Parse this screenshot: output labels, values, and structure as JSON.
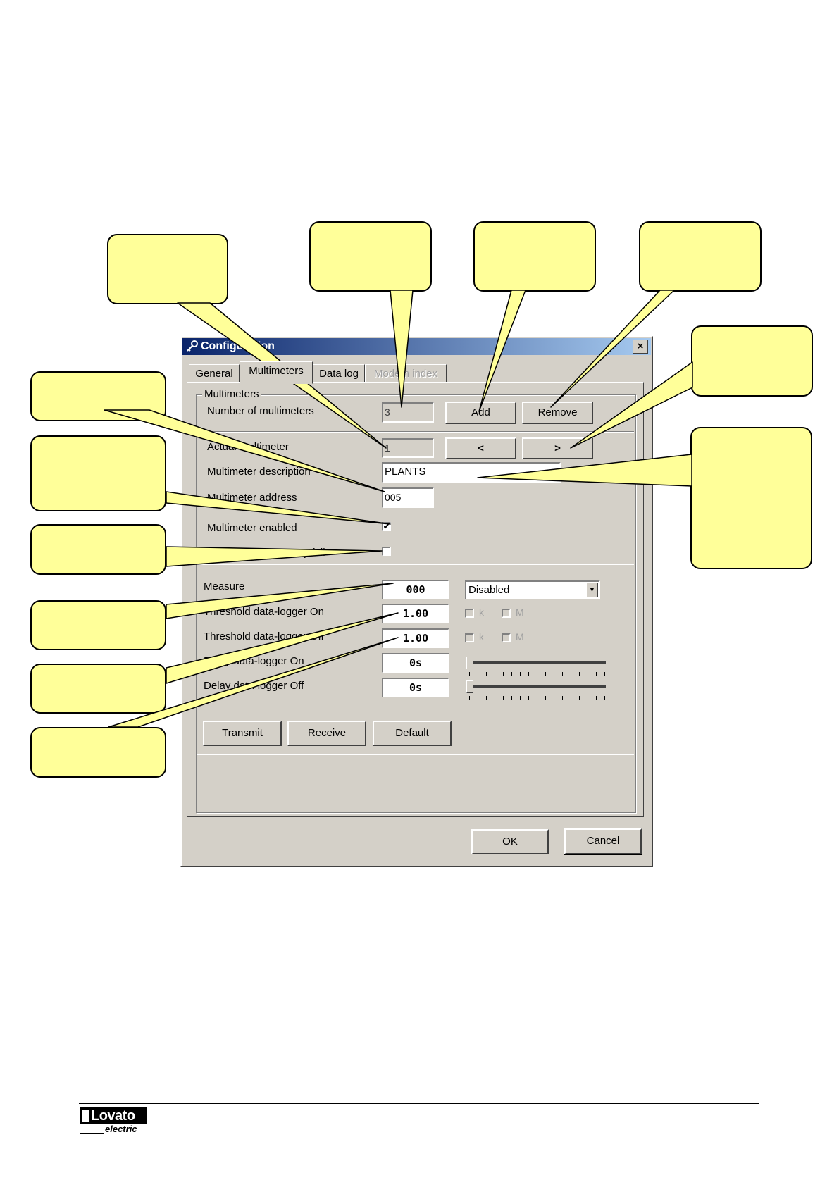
{
  "dialog": {
    "title": "Configuration",
    "close_glyph": "×",
    "tabs": [
      {
        "label": "General",
        "active": false,
        "enabled": true
      },
      {
        "label": "Multimeters",
        "active": true,
        "enabled": true
      },
      {
        "label": "Data log",
        "active": false,
        "enabled": true
      },
      {
        "label": "Modem index",
        "active": false,
        "enabled": false
      }
    ],
    "group_title": "Multimeters",
    "number_of_multimeters": {
      "label": "Number of multimeters",
      "value": "3"
    },
    "add_label": "Add",
    "remove_label": "Remove",
    "actual_multimeter": {
      "label": "Actual multimeter",
      "value": "1"
    },
    "prev_label": "<",
    "next_label": ">",
    "description": {
      "label": "Multimeter description",
      "value": "PLANTS"
    },
    "address": {
      "label": "Multimeter address",
      "value": "005"
    },
    "enabled": {
      "label": "Multimeter enabled",
      "checked": true,
      "mark": "✔"
    },
    "stop_log": {
      "label": "Stop log with memory full",
      "checked": false
    },
    "measure": {
      "label": "Measure",
      "value": "000",
      "option": "Disabled"
    },
    "threshold_on": {
      "label": "Threshold data-logger On",
      "value": "1.00",
      "k": "k",
      "m": "M"
    },
    "threshold_off": {
      "label": "Threshold data-logger Off",
      "value": "1.00",
      "k": "k",
      "m": "M"
    },
    "delay_on": {
      "label": "Delay data-logger On",
      "value": "0s",
      "level": 0
    },
    "delay_off": {
      "label": "Delay data-logger Off",
      "value": "0s",
      "level": 0
    },
    "transmit_label": "Transmit",
    "receive_label": "Receive",
    "default_label": "Default",
    "ok_label": "OK",
    "cancel_label": "Cancel"
  },
  "icons": {
    "title": "key-icon",
    "dropdown": "triangle-down-icon",
    "check": "check-icon"
  },
  "colors": {
    "callout_fill": "#ffff99",
    "title_bar": "#0a246a",
    "dialog_face": "#d4d0c8"
  },
  "footer": {
    "brand": "Lovato",
    "brand_sub": "electric"
  }
}
